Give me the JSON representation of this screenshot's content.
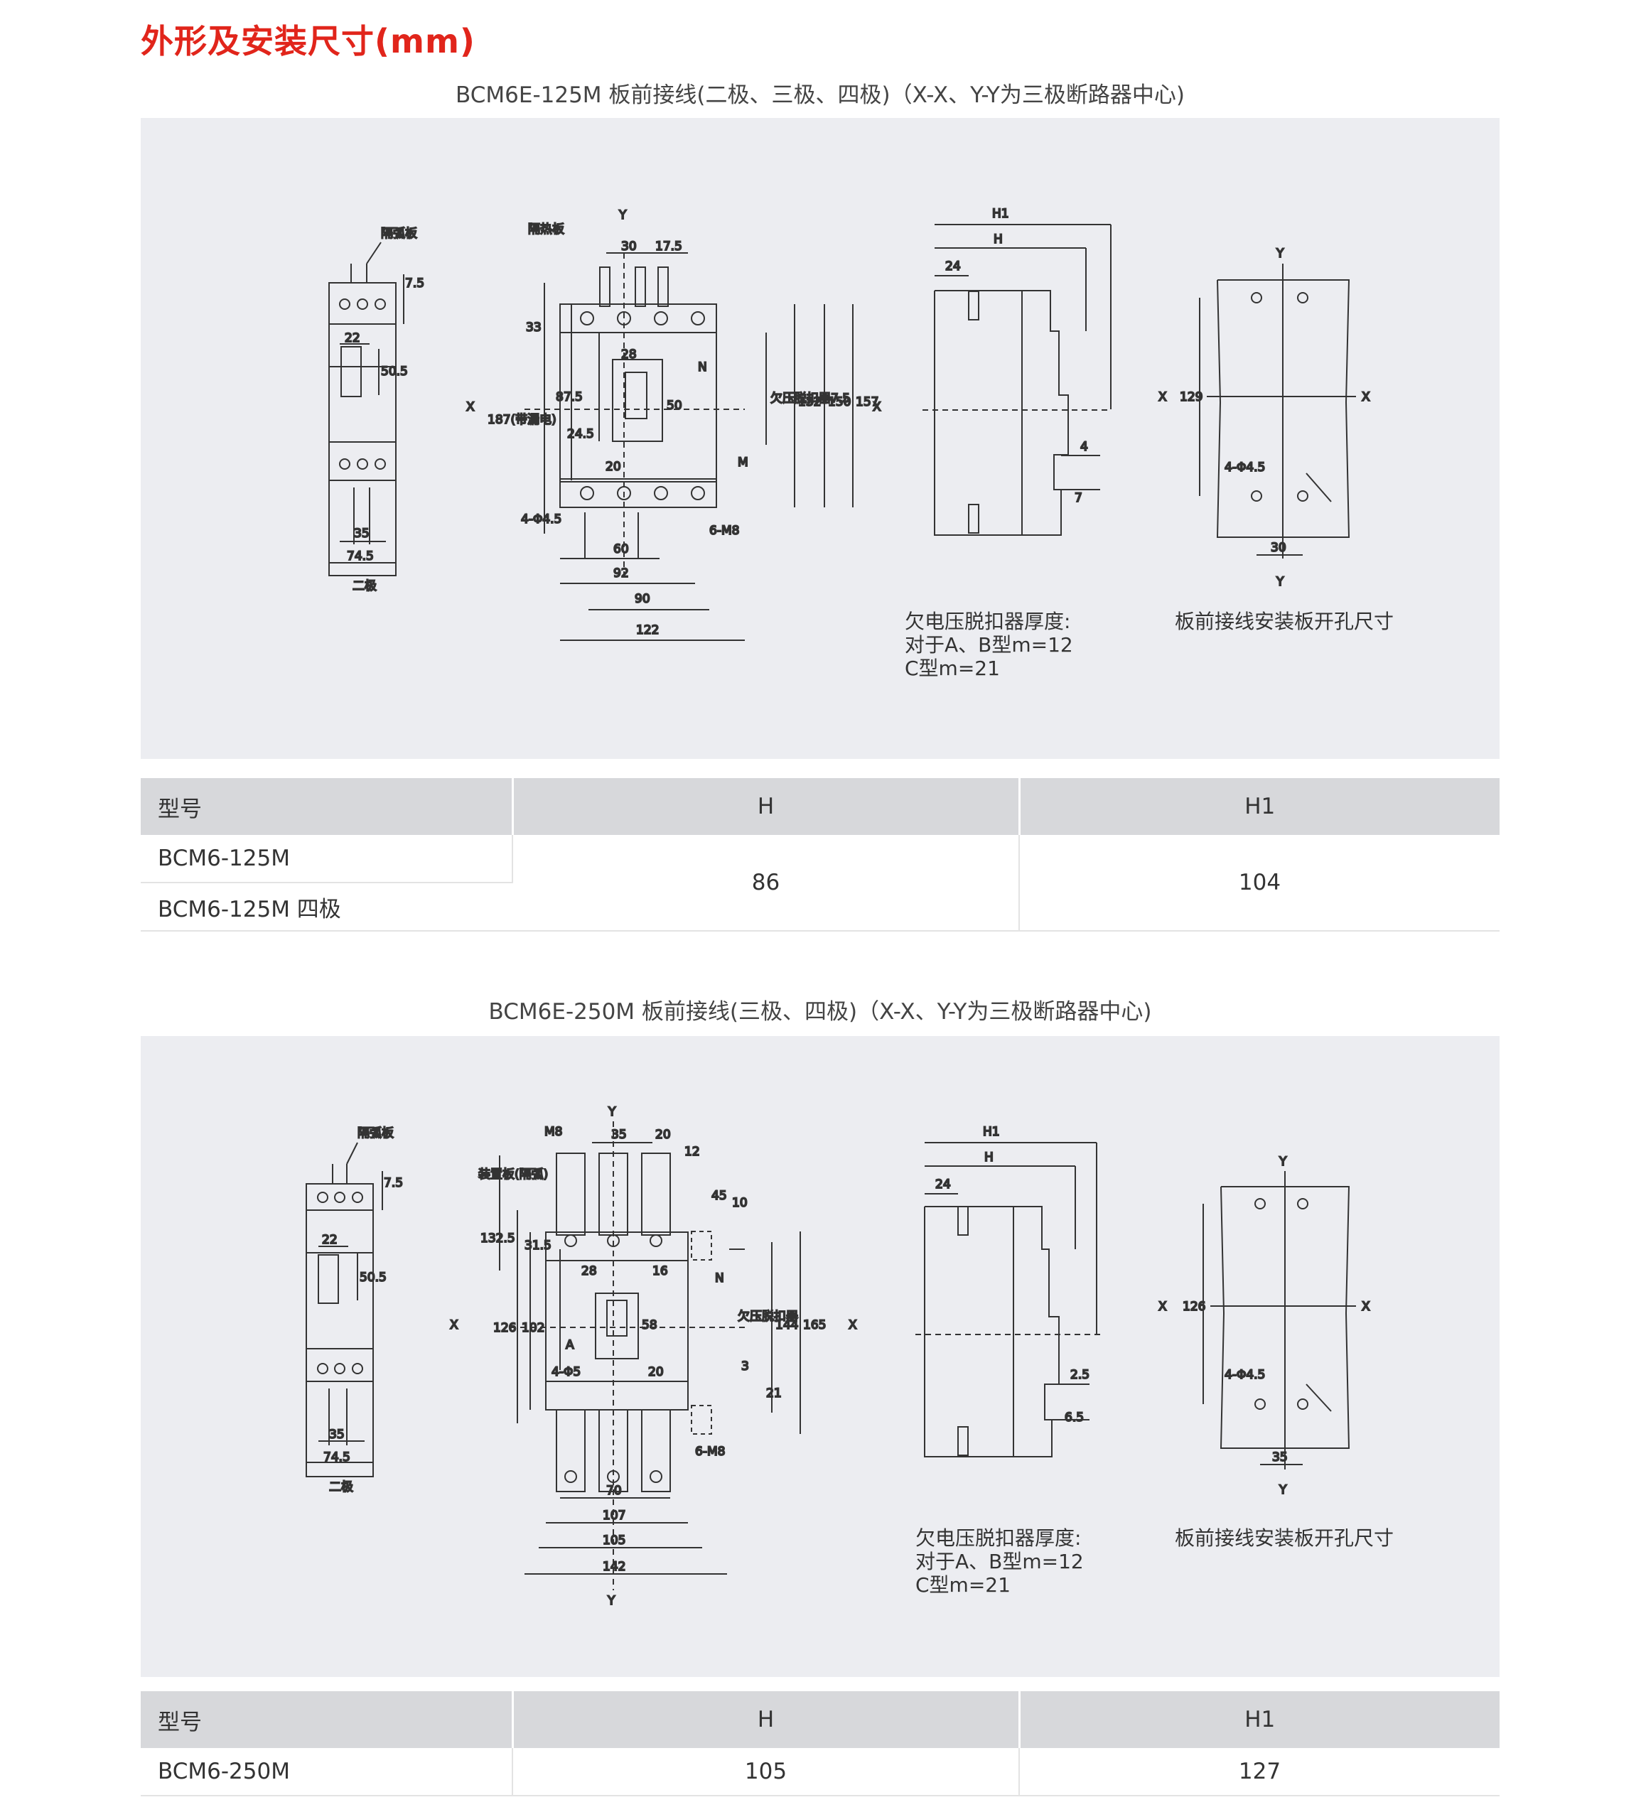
{
  "heading": "外形及安装尺寸(mm)",
  "section1": {
    "caption": "BCM6E-125M 板前接线(二极、三极、四极)（X-X、Y-Y为三极断路器中心)",
    "labels": {
      "arc_plate": "隔弧板",
      "heat_plate": "隔热板",
      "two_pole": "二极",
      "undervoltage_vertical": "欠压脱扣器7.5",
      "leakage": "187(带漏电)"
    },
    "notes": {
      "undervoltage_line1": "欠电压脱扣器厚度:",
      "undervoltage_line2": "对于A、B型m=12",
      "undervoltage_line3": "C型m=21",
      "cutout": "板前接线安装板开孔尺寸"
    },
    "dims": {
      "d_7_5": "7.5",
      "d_22": "22",
      "d_50_5": "50.5",
      "d_35": "35",
      "d_74_5": "74.5",
      "d_Y": "Y",
      "d_30": "30",
      "d_17_5": "17.5",
      "d_33": "33",
      "d_28": "28",
      "d_N": "N",
      "d_87_5": "87.5",
      "d_50": "50",
      "d_24_5": "24.5",
      "d_20": "20",
      "d_M": "M",
      "d_132": "132",
      "d_150": "150",
      "d_157": "157",
      "d_X": "X",
      "d_4phi": "4-Φ4.5",
      "d_6M8": "6-M8",
      "d_60": "60",
      "d_92": "92",
      "d_90": "90",
      "d_122": "122",
      "d_H1": "H1",
      "d_H": "H",
      "d_24": "24",
      "d_4": "4",
      "d_7": "7",
      "d_129": "129",
      "d_30b": "30"
    },
    "table": {
      "headers": [
        "型号",
        "H",
        "H1"
      ],
      "models": [
        "BCM6-125M",
        "BCM6-125M 四极"
      ],
      "H": "86",
      "H1": "104"
    }
  },
  "section2": {
    "caption": "BCM6E-250M 板前接线(三极、四极)（X-X、Y-Y为三极断路器中心)",
    "labels": {
      "arc_plate": "隔弧板",
      "two_pole": "二极",
      "m8": "M8",
      "plate_label": "装置板(隔弧)",
      "undervoltage_vertical": "欠压脱扣器"
    },
    "notes": {
      "undervoltage_line1": "欠电压脱扣器厚度:",
      "undervoltage_line2": "对于A、B型m=12",
      "undervoltage_line3": "C型m=21",
      "cutout": "板前接线安装板开孔尺寸"
    },
    "dims": {
      "d_7_5": "7.5",
      "d_22": "22",
      "d_50_5": "50.5",
      "d_35": "35",
      "d_74_5": "74.5",
      "d_Y": "Y",
      "d_35b": "35",
      "d_20": "20",
      "d_12": "12",
      "d_45": "45",
      "d_10": "10",
      "d_132_5": "132.5",
      "d_31_5": "31.5",
      "d_28": "28",
      "d_16": "16",
      "d_N": "N",
      "d_126": "126",
      "d_102": "102",
      "d_58": "58",
      "d_A": "A",
      "d_3": "3",
      "d_144": "144",
      "d_165": "165",
      "d_X": "X",
      "d_4phi": "4-Φ5",
      "d_20b": "20",
      "d_21": "21",
      "d_6M8": "6-M8",
      "d_70": "70",
      "d_107": "107",
      "d_105": "105",
      "d_142": "142",
      "d_H1": "H1",
      "d_H": "H",
      "d_24": "24",
      "d_2_5": "2.5",
      "d_6_5": "6.5",
      "d_126b": "126",
      "d_4phi45": "4-Φ4.5",
      "d_35c": "35"
    },
    "table": {
      "headers": [
        "型号",
        "H",
        "H1"
      ],
      "models": [
        "BCM6-250M"
      ],
      "H": "105",
      "H1": "127"
    }
  }
}
